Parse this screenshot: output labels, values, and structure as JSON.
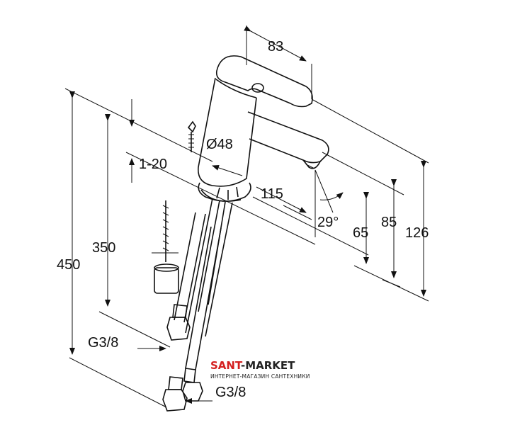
{
  "dimensions": {
    "width_83": "83",
    "diameter_48": "Ø48",
    "range_1_20": "1-20",
    "depth_115": "115",
    "angle_29": "29°",
    "height_65": "65",
    "height_85": "85",
    "height_126": "126",
    "height_350": "350",
    "height_450": "450",
    "thread_upper": "G3/8",
    "thread_lower": "G3/8"
  },
  "watermark": {
    "brand_part1": "SANT",
    "brand_part2": "-MARKET",
    "tagline": "ИНТЕРНЕТ-МАГАЗИН САНТЕХНИКИ"
  },
  "colors": {
    "line": "#111111",
    "watermark_red": "#d42020",
    "watermark_dark": "#222222"
  }
}
